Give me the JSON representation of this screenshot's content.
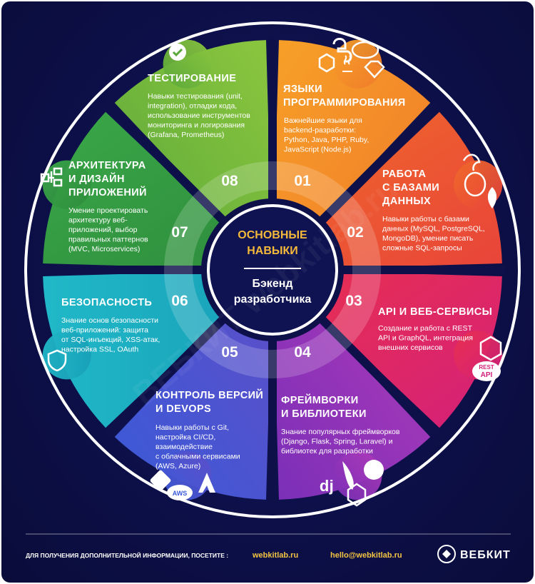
{
  "center": {
    "title_line1": "ОСНОВНЫЕ",
    "title_line2": "НАВЫКИ",
    "sub_line1": "Бэкенд",
    "sub_line2": "разработчика"
  },
  "segments": [
    {
      "number": "01",
      "title": [
        "ЯЗЫКИ",
        "ПРОГРАММИРОВАНИЯ"
      ],
      "desc": [
        "Важнейшие языки для",
        "backend-разработки:",
        "Python, Java, PHP, Ruby,",
        "JavaScript (Node.js)"
      ],
      "icons": [
        "python-icon",
        "php-icon",
        "nodejs-icon",
        "java-icon",
        "ruby-icon"
      ]
    },
    {
      "number": "02",
      "title": [
        "РАБОТА",
        "С БАЗАМИ",
        "ДАННЫХ"
      ],
      "desc": [
        "Навыки работы с базами",
        "данных (MySQL, PostgreSQL,",
        "MongoDB), умение писать",
        "сложные SQL-запросы"
      ],
      "icons": [
        "mysql-icon",
        "postgresql-icon",
        "mongodb-icon"
      ]
    },
    {
      "number": "03",
      "title": [
        "API И ВЕБ-СЕРВИСЫ"
      ],
      "desc": [
        "Создание и работа с REST",
        "API и GraphQL, интеграция",
        "внешних сервисов"
      ],
      "icons": [
        "graphql-icon",
        "rest-api-icon"
      ],
      "rest_label1": "REST",
      "rest_label2": "API"
    },
    {
      "number": "04",
      "title": [
        "ФРЕЙМВОРКИ",
        "И БИБЛИОТЕКИ"
      ],
      "desc": [
        "Знание популярных фреймворков",
        "(Django, Flask, Spring, Laravel) и",
        "библиотек для разработки"
      ],
      "icons": [
        "django-icon",
        "flask-icon",
        "spring-icon",
        "laravel-icon"
      ],
      "django_label": "dj"
    },
    {
      "number": "05",
      "title": [
        "КОНТРОЛЬ ВЕРСИЙ",
        "И DEVOPS"
      ],
      "desc": [
        "Навыки работы с Git,",
        "настройка CI/CD,",
        "взаимодействие",
        "с облачными сервисами",
        "(AWS, Azure)"
      ],
      "icons": [
        "git-icon",
        "aws-icon",
        "azure-icon"
      ],
      "aws_label": "AWS"
    },
    {
      "number": "06",
      "title": [
        "БЕЗОПАСНОСТЬ"
      ],
      "desc": [
        "Знание основ безопасности",
        "веб-приложений: защита",
        "от SQL-инъекций, XSS-атак,",
        "настройка SSL, OAuth"
      ],
      "icons": [
        "shield-icon"
      ]
    },
    {
      "number": "07",
      "title": [
        "АРХИТЕКТУРА",
        "И ДИЗАЙН",
        "ПРИЛОЖЕНИЙ"
      ],
      "desc": [
        "Умение проектировать",
        "архитектуру веб-",
        "приложений, выбор",
        "правильных паттернов",
        "(MVC, Microservices)"
      ],
      "icons": [
        "architecture-icon"
      ]
    },
    {
      "number": "08",
      "title": [
        "ТЕСТИРОВАНИЕ"
      ],
      "desc": [
        "Навыки тестирования (unit,",
        "integration), отладки кода,",
        "использование инструментов",
        "мониторинга и логирования",
        "(Grafana, Prometheus)"
      ],
      "icons": [
        "checkmark-icon"
      ]
    }
  ],
  "colors": {
    "seg1": [
      "#f7a028",
      "#f07a2a"
    ],
    "seg2": [
      "#f06a2a",
      "#e8443a"
    ],
    "seg3": [
      "#e8304e",
      "#d4207a"
    ],
    "seg4": [
      "#b03ab8",
      "#7a2fb8"
    ],
    "seg5": [
      "#5e4ec8",
      "#3a5ad8"
    ],
    "seg6": [
      "#20b8c8",
      "#18a0b8"
    ],
    "seg7": [
      "#3aa848",
      "#2e8c3c"
    ],
    "seg8": [
      "#8cc63e",
      "#5aa83a"
    ],
    "accent": "#f4b93a",
    "background": "#0d1049"
  },
  "watermark": "ВЕБКИТ webkitlab.ru",
  "footer": {
    "info": "ДЛЯ ПОЛУЧЕНИЯ ДОПОЛНИТЕЛЬНОЙ ИНФОРМАЦИИ, ПОСЕТИТЕ :",
    "site": "webkitlab.ru",
    "email": "hello@webkitlab.ru",
    "brand": "ВЕБКИТ"
  }
}
